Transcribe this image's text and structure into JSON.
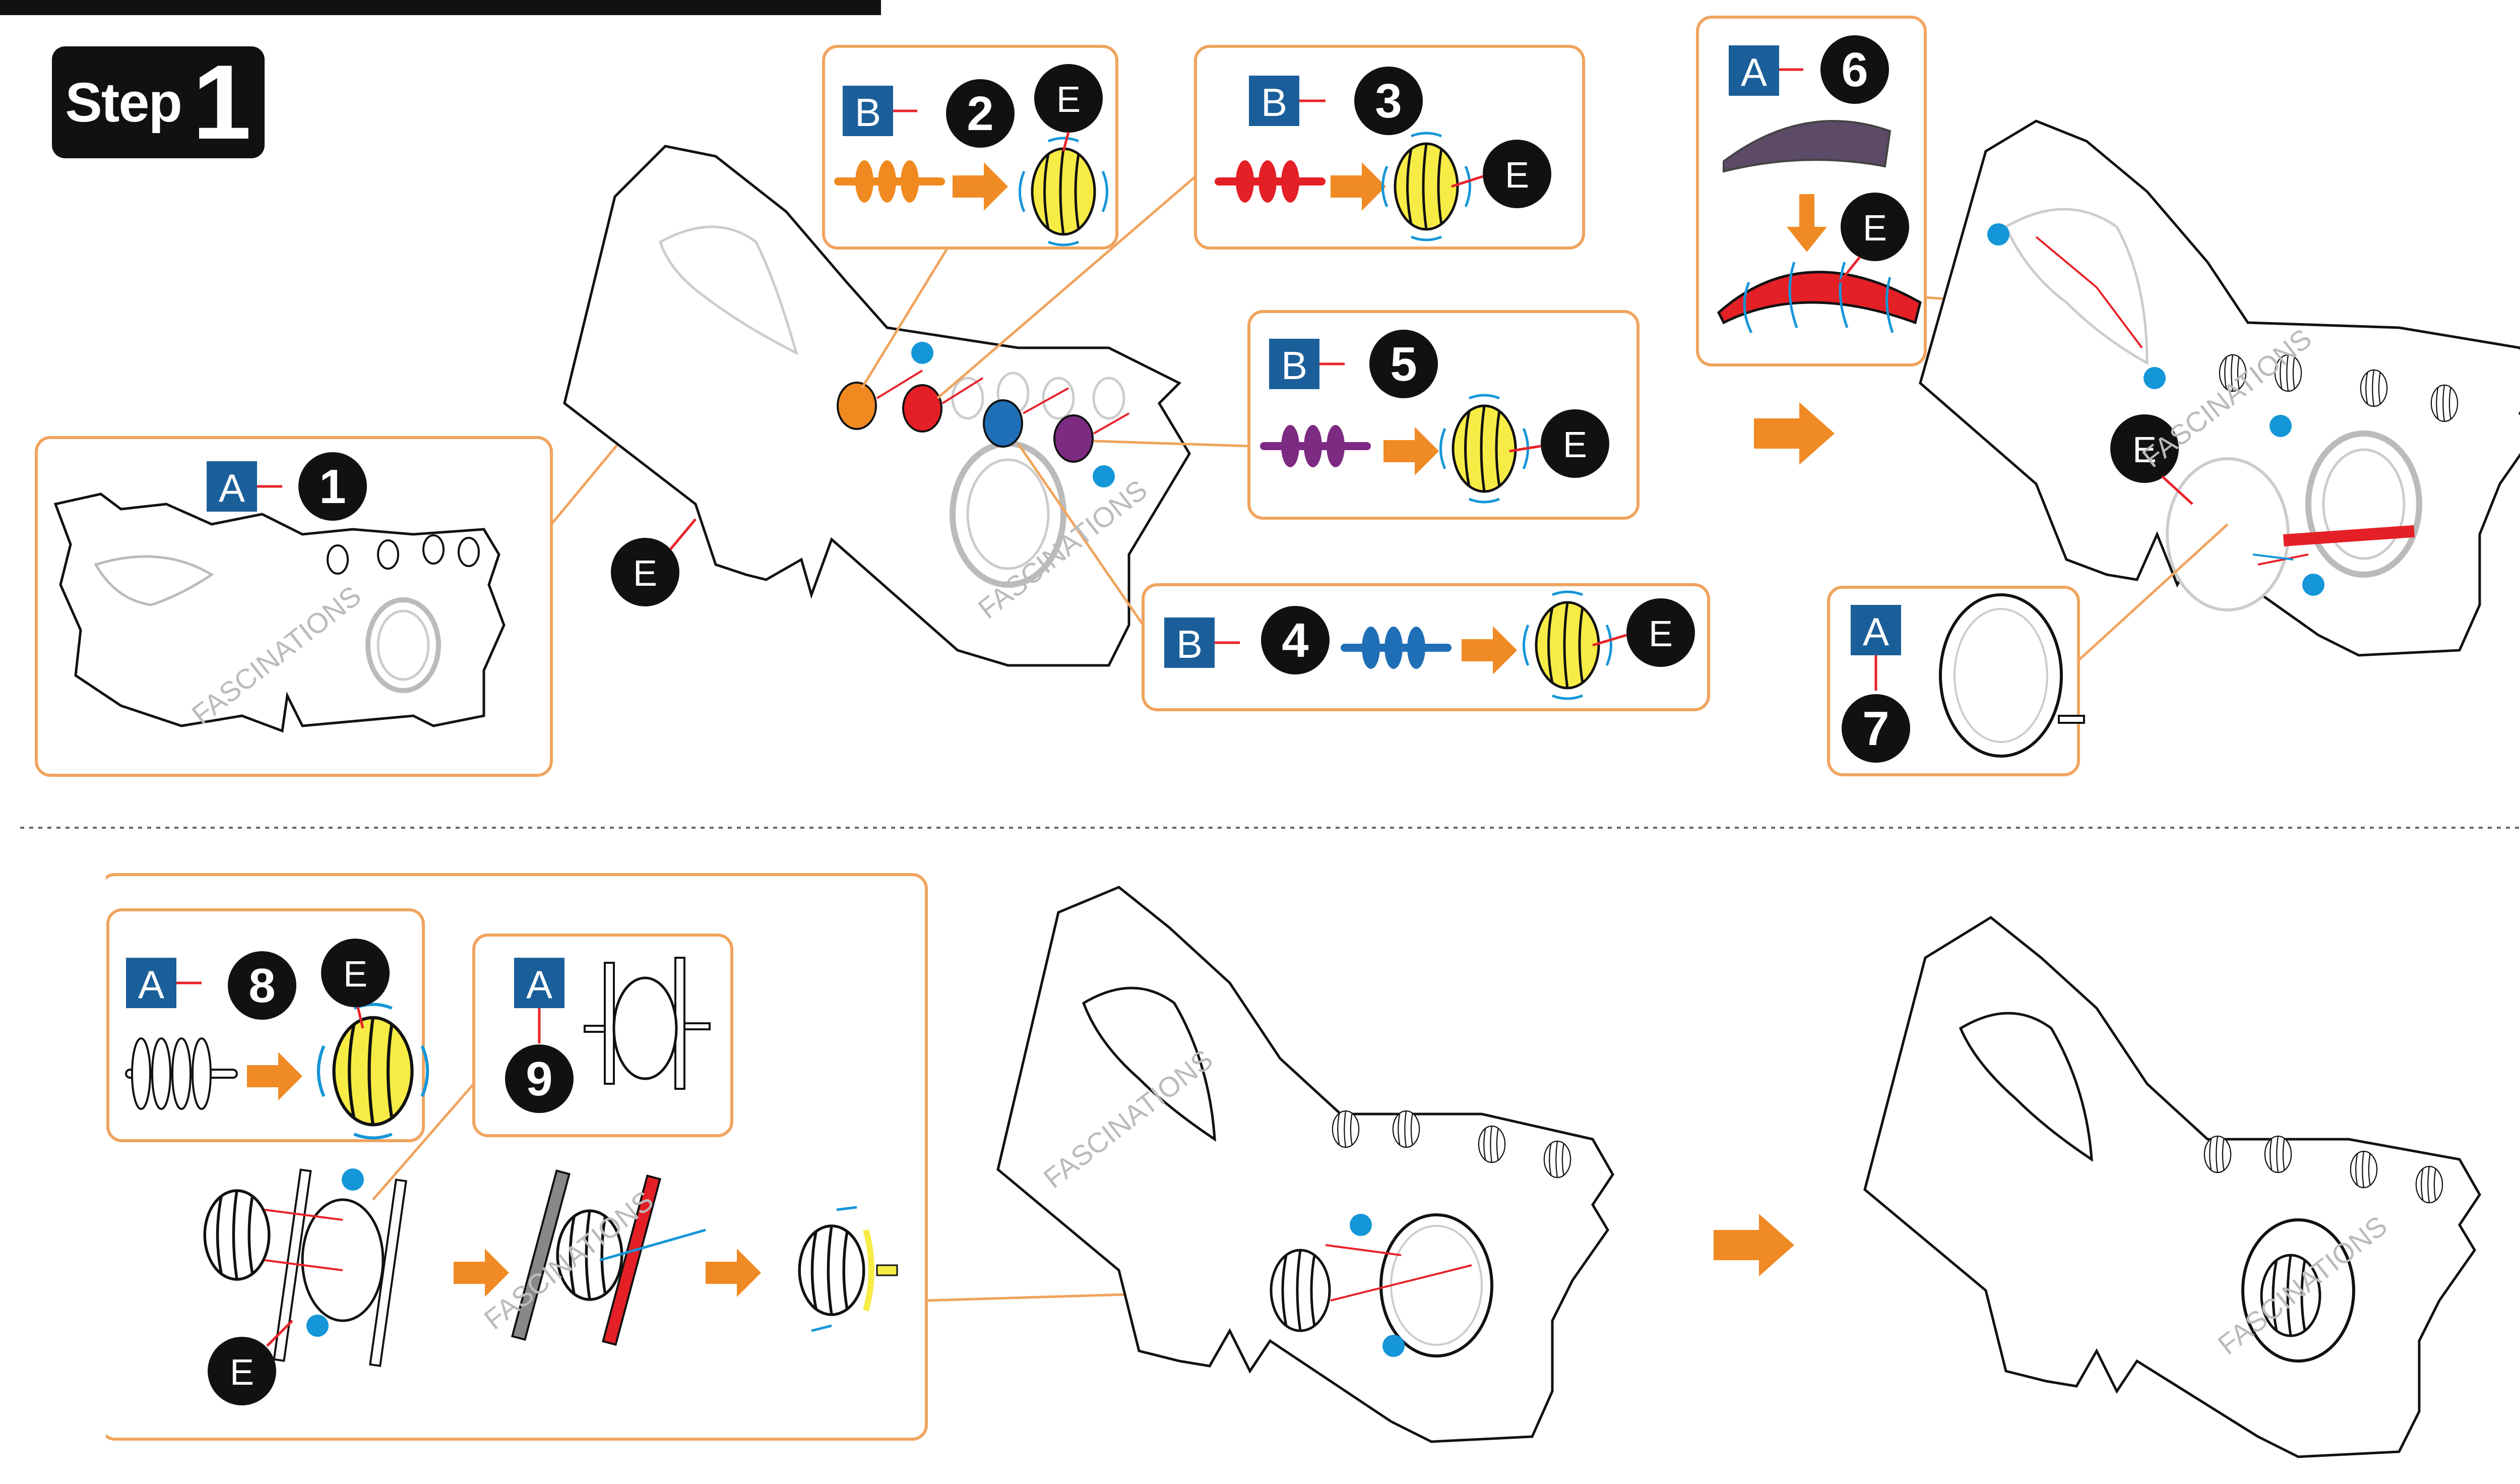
{
  "step": {
    "word": "Step",
    "number": "1"
  },
  "part_letters": {
    "a": "A",
    "b": "B",
    "e": "E"
  },
  "callouts": [
    {
      "id": "1",
      "part": "A",
      "num": "1"
    },
    {
      "id": "2",
      "part": "B",
      "num": "2"
    },
    {
      "id": "3",
      "part": "B",
      "num": "3"
    },
    {
      "id": "4",
      "part": "B",
      "num": "4"
    },
    {
      "id": "5",
      "part": "B",
      "num": "5"
    },
    {
      "id": "6",
      "part": "A",
      "num": "6"
    },
    {
      "id": "7",
      "part": "A",
      "num": "7"
    },
    {
      "id": "8",
      "part": "A",
      "num": "8"
    },
    {
      "id": "9",
      "part": "A",
      "num": "9"
    }
  ],
  "watermark": "FASCINATIONS",
  "colors": {
    "orange_frame": "#f0a45e",
    "arrow_orange": "#f08a24",
    "part_blue": "#1b5f9a",
    "red_guide": "#e8232a",
    "blue_dot": "#1596d8",
    "yellow_piece": "#f7ec45",
    "piece_orange": "#f0891f",
    "piece_red": "#e41f26",
    "piece_blue": "#1f6fb6",
    "piece_purple": "#7d2a82",
    "piece_plum": "#5c4a66",
    "black": "#111111"
  }
}
